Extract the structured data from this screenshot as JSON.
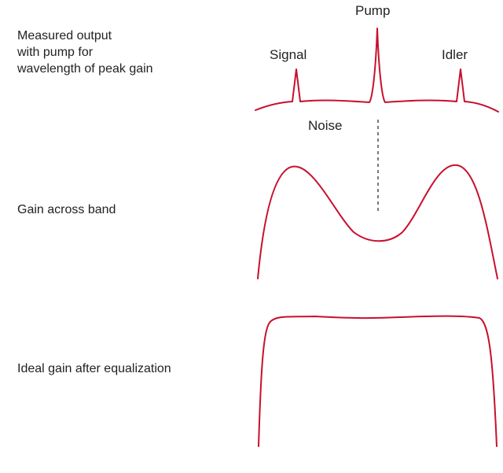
{
  "descriptions": {
    "measured_line1": "Measured output",
    "measured_line2": "with pump for",
    "measured_line3": "wavelength of peak gain",
    "gain_across_band": "Gain across band",
    "ideal_gain": "Ideal gain after equalization"
  },
  "peaks": {
    "pump": "Pump",
    "signal": "Signal",
    "idler": "Idler",
    "noise": "Noise"
  },
  "colors": {
    "curve": "#c8102e",
    "text": "#222222",
    "dashed": "#333333"
  }
}
